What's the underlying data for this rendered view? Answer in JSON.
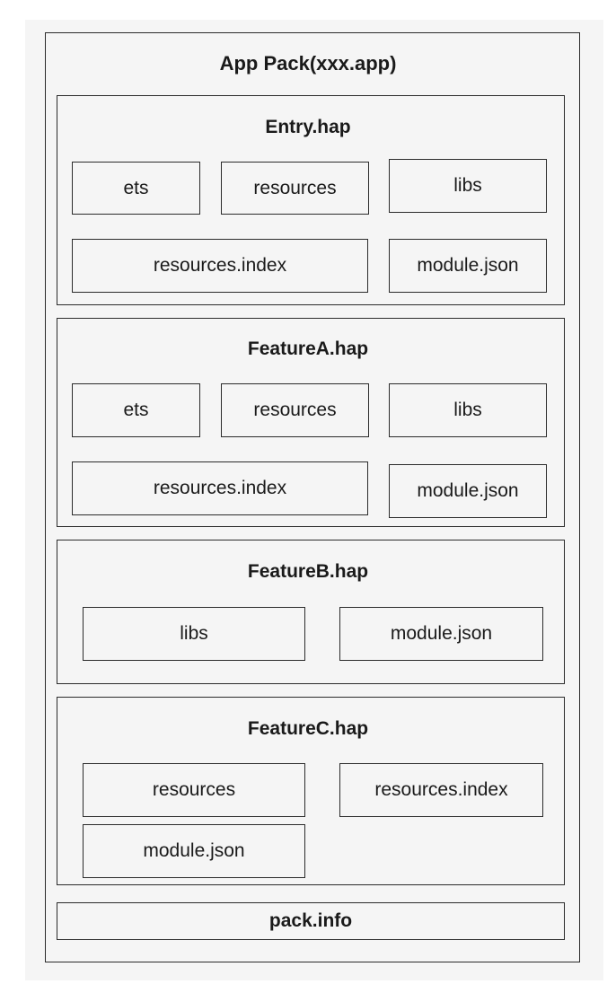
{
  "app_pack": {
    "title": "App Pack(xxx.app)"
  },
  "entry": {
    "title": "Entry.hap",
    "items": [
      "ets",
      "resources",
      "libs",
      "resources.index",
      "module.json"
    ]
  },
  "feature_a": {
    "title": "FeatureA.hap",
    "items": [
      "ets",
      "resources",
      "libs",
      "resources.index",
      "module.json"
    ]
  },
  "feature_b": {
    "title": "FeatureB.hap",
    "items": [
      "libs",
      "module.json"
    ]
  },
  "feature_c": {
    "title": "FeatureC.hap",
    "items": [
      "resources",
      "resources.index",
      "module.json"
    ]
  },
  "pack_info": {
    "label": "pack.info"
  }
}
